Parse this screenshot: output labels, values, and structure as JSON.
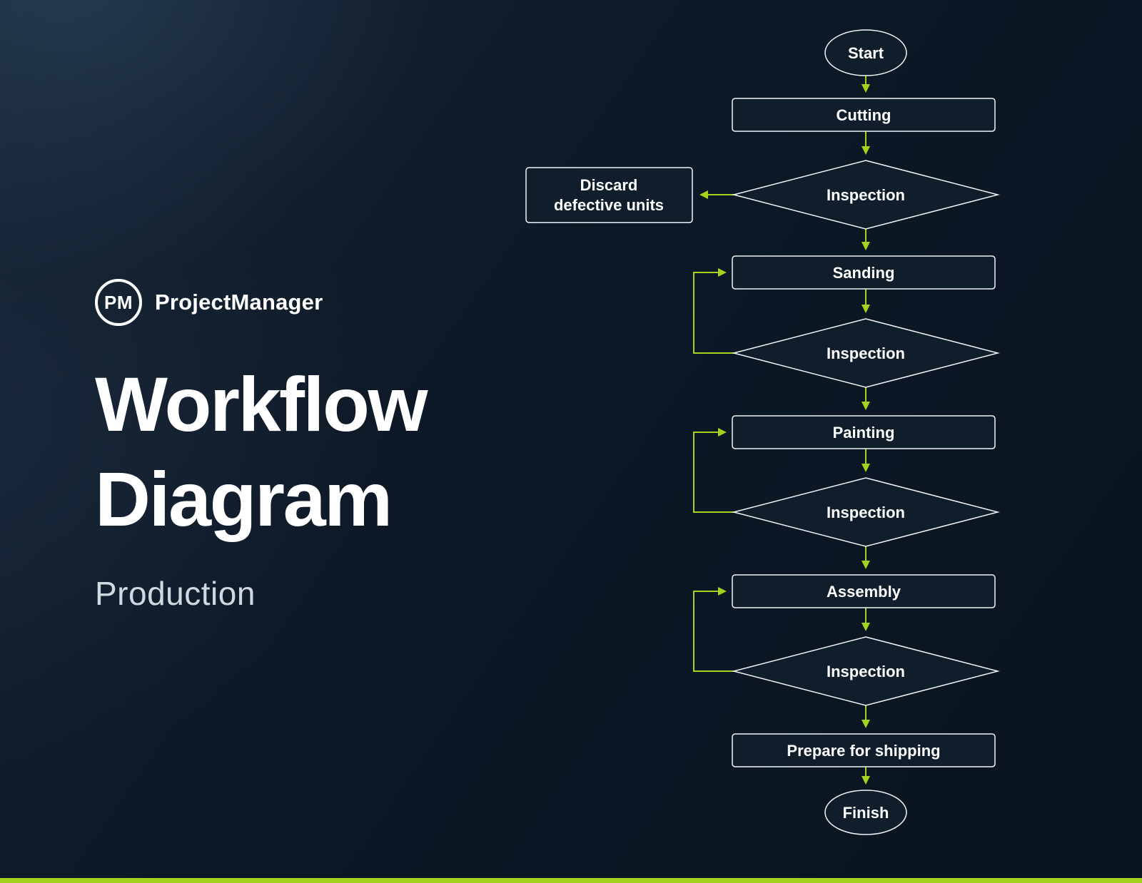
{
  "page": {
    "background": "#0d1826",
    "accent": "#a3d41c",
    "shape_border_color": "#f2f5f8",
    "text_color": "#ffffff"
  },
  "brand": {
    "logo_text": "PM",
    "name": "ProjectManager"
  },
  "title": {
    "line1": "Workflow",
    "line2": "Diagram",
    "subtitle": "Production"
  },
  "flowchart": {
    "nodes": [
      {
        "id": "start",
        "type": "terminator",
        "label": "Start"
      },
      {
        "id": "cutting",
        "type": "process",
        "label": "Cutting"
      },
      {
        "id": "inspection-1",
        "type": "decision",
        "label": "Inspection"
      },
      {
        "id": "discard-defective-units",
        "type": "process",
        "label": "Discard defective units",
        "lines": [
          "Discard",
          "defective units"
        ]
      },
      {
        "id": "sanding",
        "type": "process",
        "label": "Sanding"
      },
      {
        "id": "inspection-2",
        "type": "decision",
        "label": "Inspection"
      },
      {
        "id": "painting",
        "type": "process",
        "label": "Painting"
      },
      {
        "id": "inspection-3",
        "type": "decision",
        "label": "Inspection"
      },
      {
        "id": "assembly",
        "type": "process",
        "label": "Assembly"
      },
      {
        "id": "inspection-4",
        "type": "decision",
        "label": "Inspection"
      },
      {
        "id": "prepare-for-shipping",
        "type": "process",
        "label": "Prepare for shipping"
      },
      {
        "id": "finish",
        "type": "terminator",
        "label": "Finish"
      }
    ],
    "edges": [
      {
        "from": "start",
        "to": "cutting"
      },
      {
        "from": "cutting",
        "to": "inspection-1"
      },
      {
        "from": "inspection-1",
        "to": "discard-defective-units"
      },
      {
        "from": "inspection-1",
        "to": "sanding"
      },
      {
        "from": "sanding",
        "to": "inspection-2"
      },
      {
        "from": "inspection-2",
        "to": "sanding",
        "type": "loop-back"
      },
      {
        "from": "inspection-2",
        "to": "painting"
      },
      {
        "from": "painting",
        "to": "inspection-3"
      },
      {
        "from": "inspection-3",
        "to": "painting",
        "type": "loop-back"
      },
      {
        "from": "inspection-3",
        "to": "assembly"
      },
      {
        "from": "assembly",
        "to": "inspection-4"
      },
      {
        "from": "inspection-4",
        "to": "assembly",
        "type": "loop-back"
      },
      {
        "from": "inspection-4",
        "to": "prepare-for-shipping"
      },
      {
        "from": "prepare-for-shipping",
        "to": "finish"
      }
    ]
  }
}
